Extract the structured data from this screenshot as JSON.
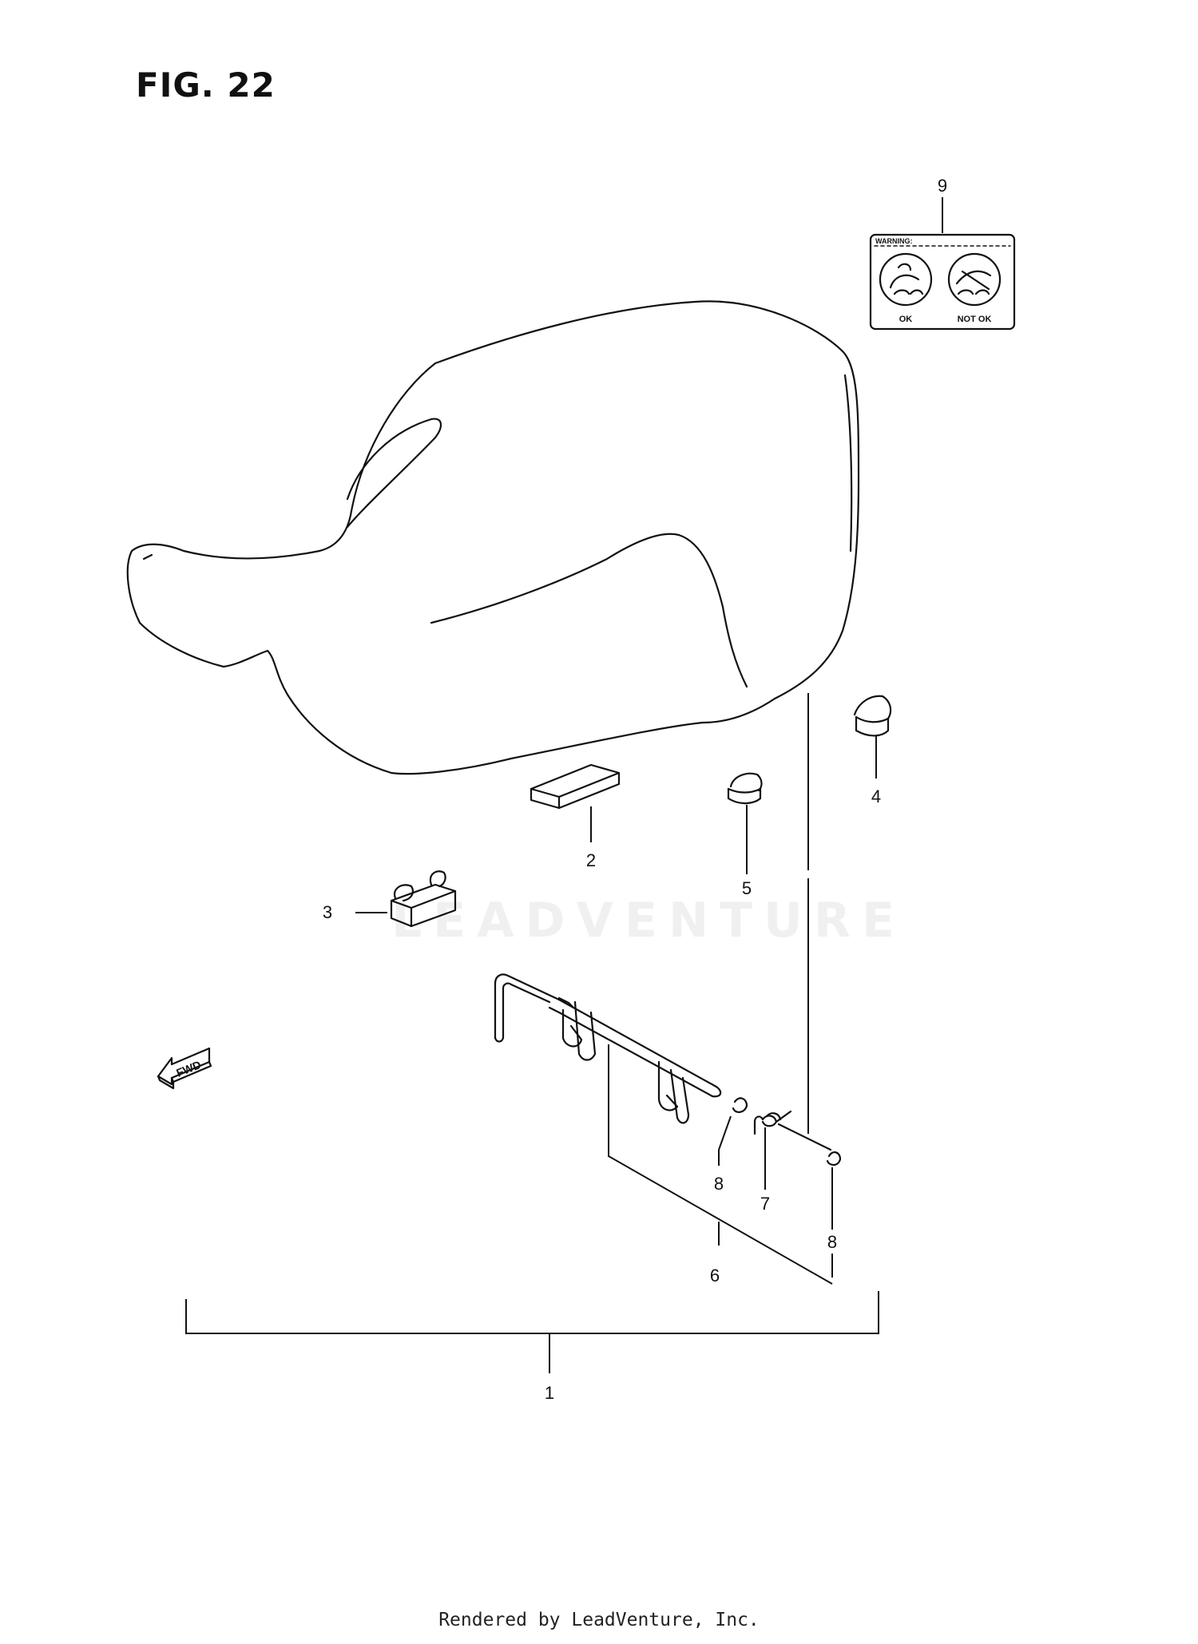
{
  "figure": {
    "title": "FIG. 22"
  },
  "watermark": "LEADVENTURE",
  "callouts": [
    "1",
    "2",
    "3",
    "4",
    "5",
    "6",
    "7",
    "8",
    "8",
    "9"
  ],
  "warning_label": {
    "heading": "WARNING:",
    "ok": "OK",
    "not_ok": "NOT OK"
  },
  "fwd_arrow": "FWD",
  "footer": "Rendered by LeadVenture, Inc."
}
